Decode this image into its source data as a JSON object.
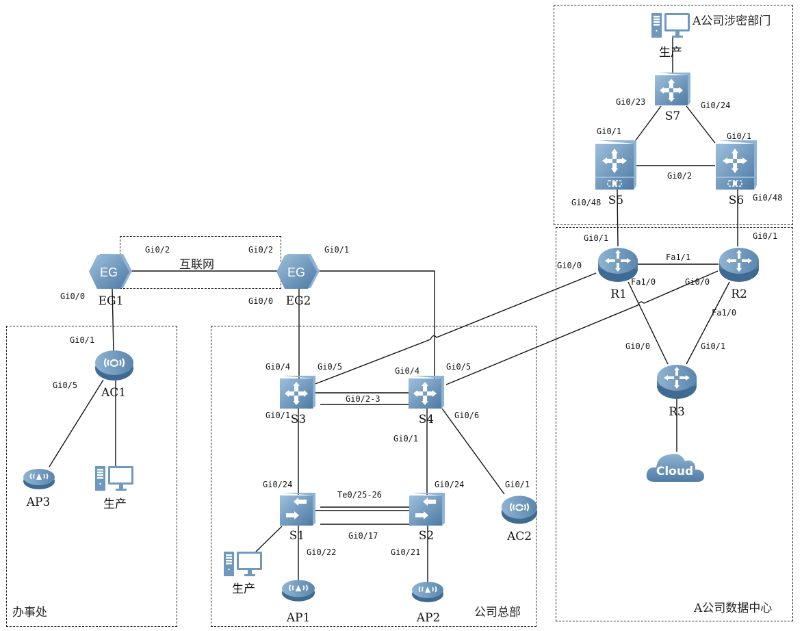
{
  "diagram": {
    "title": "A公司网络拓扑",
    "colors": {
      "device_fill": "#5b86ad",
      "device_light": "#8fb3d2",
      "device_dark": "#3f6a91",
      "line": "#111111",
      "zone_border": "#222222"
    },
    "zones": {
      "office": "办事处",
      "hq": "公司总部",
      "datacenter": "A公司数据中心",
      "secret_dept": "A公司涉密部门",
      "internet": "互联网"
    },
    "devices": {
      "EG1": {
        "label": "EG1",
        "glyph": "EG",
        "type": "egress-gateway"
      },
      "EG2": {
        "label": "EG2",
        "glyph": "EG",
        "type": "egress-gateway"
      },
      "AC1": {
        "label": "AC1",
        "type": "wireless-controller"
      },
      "AC2": {
        "label": "AC2",
        "type": "wireless-controller"
      },
      "AP1": {
        "label": "AP1",
        "type": "access-point"
      },
      "AP2": {
        "label": "AP2",
        "type": "access-point"
      },
      "AP3": {
        "label": "AP3",
        "type": "access-point"
      },
      "S1": {
        "label": "S1",
        "type": "access-switch"
      },
      "S2": {
        "label": "S2",
        "type": "access-switch"
      },
      "S3": {
        "label": "S3",
        "type": "core-switch"
      },
      "S4": {
        "label": "S4",
        "type": "core-switch"
      },
      "S5": {
        "label": "S5",
        "type": "chassis-switch"
      },
      "S6": {
        "label": "S6",
        "type": "chassis-switch"
      },
      "S7": {
        "label": "S7",
        "type": "core-switch"
      },
      "R1": {
        "label": "R1",
        "type": "router"
      },
      "R2": {
        "label": "R2",
        "type": "router"
      },
      "R3": {
        "label": "R3",
        "type": "router"
      },
      "Cloud": {
        "label": "Cloud",
        "type": "cloud"
      },
      "PC_office": {
        "label": "生产",
        "type": "pc"
      },
      "PC_hq": {
        "label": "生产",
        "type": "pc"
      },
      "PC_secret": {
        "label": "生产",
        "type": "pc"
      }
    },
    "ports": {
      "eg1_gi02": "Gi0/2",
      "eg2_gi02": "Gi0/2",
      "eg1_gi00": "Gi0/0",
      "eg2_gi00": "Gi0/0",
      "eg2_gi01": "Gi0/1",
      "ac1_gi01": "Gi0/1",
      "ac1_gi05": "Gi0/5",
      "s3_gi04": "Gi0/4",
      "s3_gi05": "Gi0/5",
      "s3_gi01": "Gi0/1",
      "s4_gi04": "Gi0/4",
      "s4_gi05": "Gi0/5",
      "s4_gi01": "Gi0/1",
      "s4_gi06": "Gi0/6",
      "s3s4_gi023": "Gi0/2-3",
      "s1_gi024": "Gi0/24",
      "s2_gi024": "Gi0/24",
      "s1s2_te": "Te0/25-26",
      "s1s2_gi017": "Gi0/17",
      "s1_gi022": "Gi0/22",
      "s2_gi021": "Gi0/21",
      "ac2_gi01": "Gi0/1",
      "s7_gi023": "Gi0/23",
      "s7_gi024": "Gi0/24",
      "s5_gi01": "Gi0/1",
      "s6_gi01": "Gi0/1",
      "s5s6_gi02": "Gi0/2",
      "s5_gi048": "Gi0/48",
      "s6_gi048": "Gi0/48",
      "r1_gi01": "Gi0/1",
      "r2_gi01": "Gi0/1",
      "r1_gi00": "Gi0/0",
      "r1r2_fa11": "Fa1/1",
      "r1_fa10": "Fa1/0",
      "r2_gi00": "Gi0/0",
      "r2_fa10": "Fa1/0",
      "r3_gi00": "Gi0/0",
      "r3_gi01": "Gi0/1"
    },
    "links": [
      {
        "from": "EG1",
        "to": "EG2",
        "via": "互联网"
      },
      {
        "from": "EG1",
        "to": "AC1"
      },
      {
        "from": "AC1",
        "to": "AP3"
      },
      {
        "from": "AC1",
        "to": "PC_office"
      },
      {
        "from": "EG2",
        "to": "S3"
      },
      {
        "from": "EG2",
        "to": "S4"
      },
      {
        "from": "S3",
        "to": "S4",
        "count": 2
      },
      {
        "from": "S3",
        "to": "R1"
      },
      {
        "from": "S4",
        "to": "R2"
      },
      {
        "from": "S3",
        "to": "S1"
      },
      {
        "from": "S4",
        "to": "S2"
      },
      {
        "from": "S4",
        "to": "AC2"
      },
      {
        "from": "S1",
        "to": "S2",
        "count": 3
      },
      {
        "from": "S1",
        "to": "PC_hq"
      },
      {
        "from": "S1",
        "to": "AP1"
      },
      {
        "from": "S2",
        "to": "AP2"
      },
      {
        "from": "PC_secret",
        "to": "S7"
      },
      {
        "from": "S7",
        "to": "S5"
      },
      {
        "from": "S7",
        "to": "S6"
      },
      {
        "from": "S5",
        "to": "S6"
      },
      {
        "from": "S5",
        "to": "R1"
      },
      {
        "from": "S6",
        "to": "R2"
      },
      {
        "from": "R1",
        "to": "R2"
      },
      {
        "from": "R1",
        "to": "R3"
      },
      {
        "from": "R2",
        "to": "R3"
      },
      {
        "from": "R3",
        "to": "Cloud"
      }
    ]
  }
}
